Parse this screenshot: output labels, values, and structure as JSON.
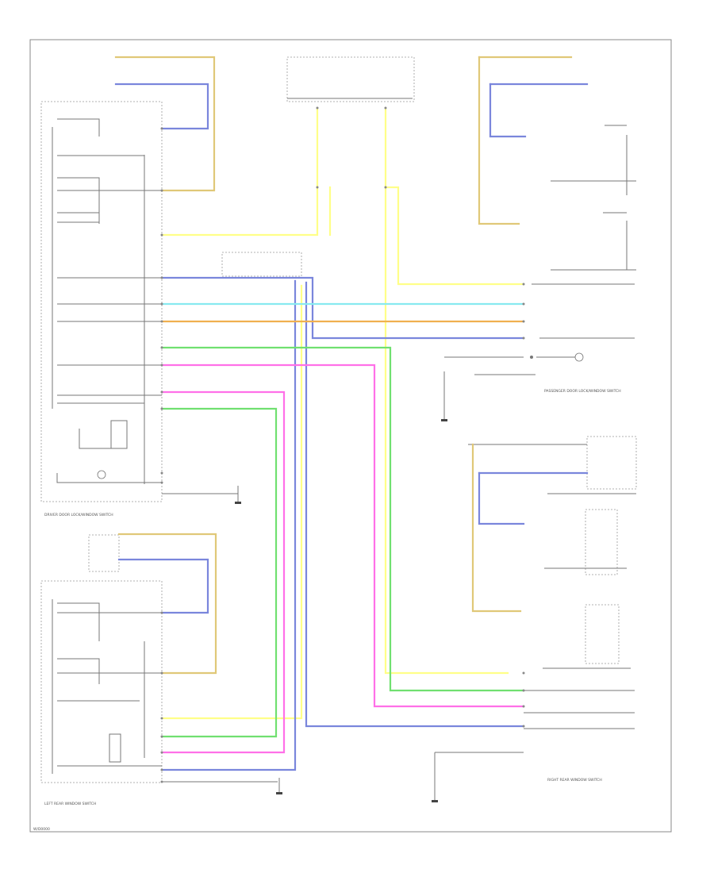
{
  "colors": {
    "yellow": "#ffff88",
    "tan": "#e0c878",
    "blue": "#7a86dc",
    "cyan": "#88eaf0",
    "orange": "#f0b050",
    "green": "#70e070",
    "pink": "#ff70e8",
    "black": "#777777",
    "gray": "#9ab0b0"
  },
  "labels": {
    "driver_switch": "DRIVER DOOR LOCK/WINDOW SWITCH",
    "left_rear_switch": "LEFT REAR WINDOW SWITCH",
    "right_rear_switch": "RIGHT REAR WINDOW SWITCH",
    "pass_window_switch": "PASSENGER DOOR LOCK/WINDOW SWITCH",
    "corner_code": "W/D0000"
  }
}
